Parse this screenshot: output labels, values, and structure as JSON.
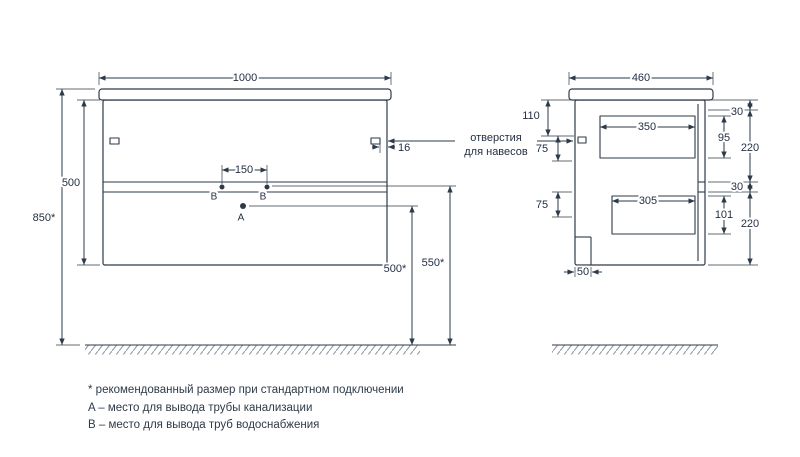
{
  "drawing": {
    "line_color": "#2e3a48",
    "text_color": "#253044"
  },
  "front_view": {
    "dims": {
      "width": "1000",
      "total_height": "850*",
      "cabinet_height": "500",
      "hinge_offset": "16",
      "pipe_spacing": "150",
      "water_supply_height": "550*",
      "drain_height": "500*"
    },
    "points": {
      "a": "A",
      "b_left": "B",
      "b_right": "B"
    }
  },
  "side_view": {
    "dims": {
      "depth": "460",
      "hinge_top_offset": "110",
      "upper_inset": "75",
      "upper_inner_width": "350",
      "top_rail": "30",
      "upper_inner_height": "95",
      "upper_front_height": "220",
      "drawer_gap": "30",
      "lower_inner_width": "305",
      "lower_inset": "75",
      "lower_inner_height": "101",
      "lower_front_height": "220",
      "back_clearance": "50"
    }
  },
  "annotation": {
    "line1": "отверстия",
    "line2": "для навесов"
  },
  "legend": {
    "note": "* рекомендованный размер при стандартном подключении",
    "point_a": "A – место для вывода трубы канализации",
    "point_b": "B – место для вывода труб водоснабжения"
  }
}
